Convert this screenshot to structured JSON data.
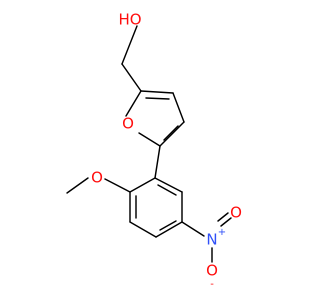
{
  "molecule": {
    "atoms": {
      "hydroxyl": "HO",
      "furan_oxygen": "O",
      "methoxy_oxygen": "O",
      "nitro_nitrogen": "N",
      "nitro_nitrogen_charge": "+",
      "nitro_oxygen_top": "O",
      "nitro_oxygen_bottom": "O",
      "nitro_oxygen_bottom_charge": "-"
    },
    "colors": {
      "bond": "#000000",
      "oxygen": "#ff0d0d",
      "nitrogen": "#3050f8"
    }
  }
}
